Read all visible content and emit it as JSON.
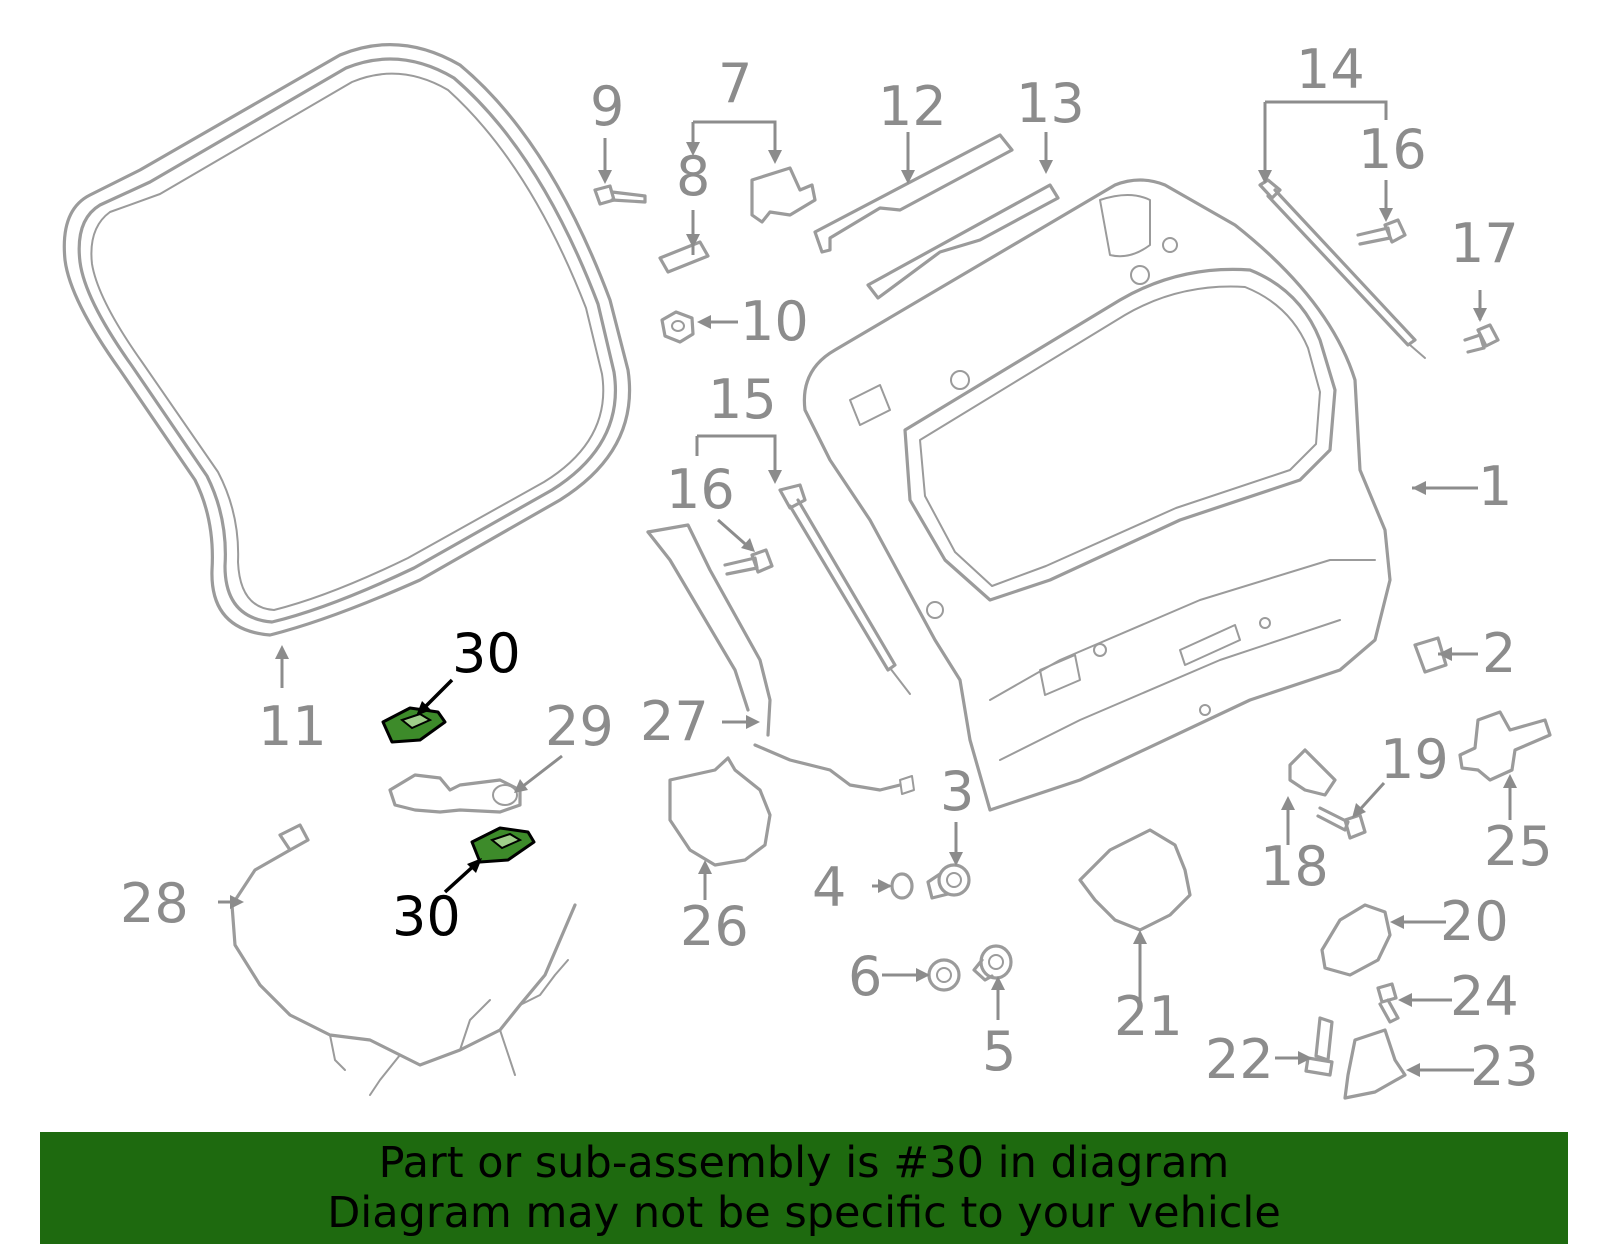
{
  "callouts": {
    "c1": "1",
    "c2": "2",
    "c3": "3",
    "c4": "4",
    "c5": "5",
    "c6": "6",
    "c7": "7",
    "c8": "8",
    "c9": "9",
    "c10": "10",
    "c11": "11",
    "c12": "12",
    "c13": "13",
    "c14": "14",
    "c15": "15",
    "c16a": "16",
    "c16b": "16",
    "c17": "17",
    "c18": "18",
    "c19": "19",
    "c20": "20",
    "c21": "21",
    "c22": "22",
    "c23": "23",
    "c24": "24",
    "c25": "25",
    "c26": "26",
    "c27": "27",
    "c28": "28",
    "c29": "29",
    "c30a": "30",
    "c30b": "30"
  },
  "banner": {
    "line1": "Part or sub-assembly is #30 in diagram",
    "line2": "Diagram may not be specific to your vehicle"
  },
  "colors": {
    "banner_bg": "#1e6a0f",
    "highlight_part": "#3d8b2a",
    "line_art": "#9b9b9b"
  }
}
